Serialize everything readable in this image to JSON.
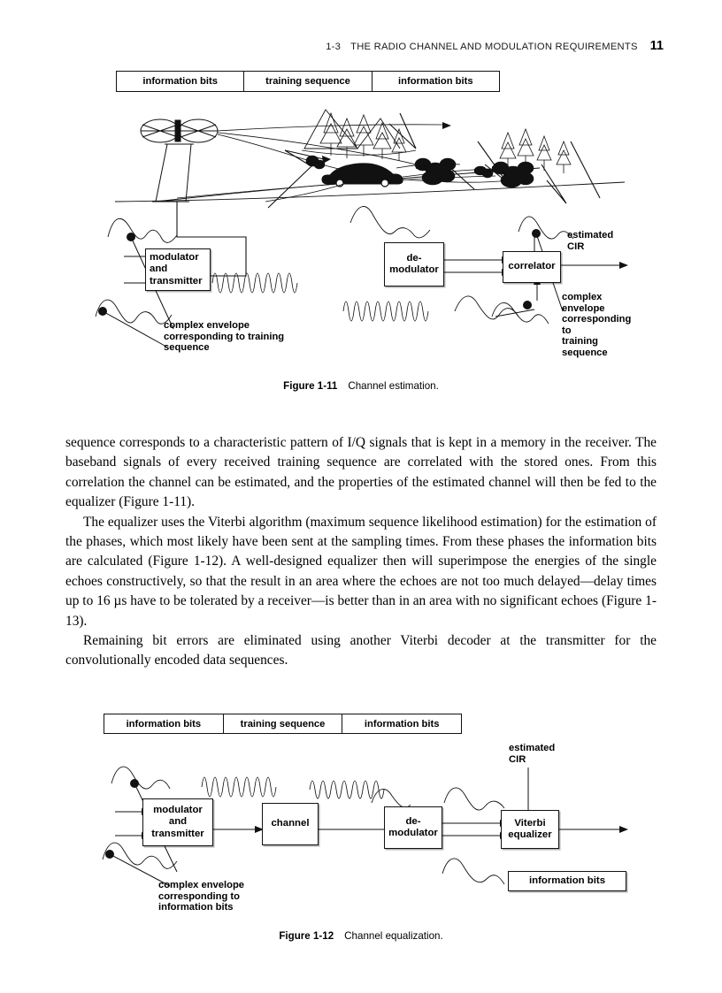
{
  "running_head": {
    "section_number": "1-3",
    "section_title": "THE RADIO CHANNEL AND MODULATION REQUIREMENTS",
    "page_number": "11"
  },
  "figure_1_11": {
    "burst_cells": [
      "information bits",
      "training sequence",
      "information bits"
    ],
    "blocks": {
      "modulator": "modulator\nand\ntransmitter",
      "demodulator": "de-\nmodulator",
      "correlator": "correlator"
    },
    "labels": {
      "estimated_cir": "estimated\nCIR",
      "envelope_left": "complex envelope\ncorresponding to training\nsequence",
      "envelope_right": "complex\nenvelope\ncorresponding\nto\ntraining\nsequence"
    },
    "caption_label": "Figure 1-11",
    "caption_text": "Channel estimation."
  },
  "figure_1_12": {
    "burst_cells": [
      "information bits",
      "training sequence",
      "information bits"
    ],
    "blocks": {
      "modulator": "modulator\nand\ntransmitter",
      "channel": "channel",
      "demodulator": "de-\nmodulator",
      "equalizer": "Viterbi\nequalizer",
      "output": "information bits"
    },
    "labels": {
      "estimated_cir": "estimated\nCIR",
      "envelope_left": "complex envelope\ncorresponding to\ninformation bits"
    },
    "caption_label": "Figure 1-12",
    "caption_text": "Channel equalization."
  },
  "body": {
    "paragraph_1": "sequence corresponds to a characteristic pattern of I/Q signals that is kept in a memory in the receiver. The baseband signals of every received training sequence are correlated with the stored ones. From this correlation the channel can be estimated, and the properties of the estimated channel will then be fed to the equalizer (Figure 1-11).",
    "paragraph_2": "The equalizer uses the Viterbi algorithm (maximum sequence likelihood estimation) for the estimation of the phases, which most likely have been sent at the sampling times. From these phases the information bits are calculated (Figure 1-12). A well-designed equalizer then will superimpose the energies of the single echoes constructively, so that the result in an area where the echoes are not too much delayed—delay times up to 16 µs have to be tolerated by a receiver—is better than in an area with no significant echoes (Figure 1-13).",
    "paragraph_3": "Remaining bit errors are eliminated using another Viterbi decoder at the transmitter for the convolutionally encoded data sequences."
  }
}
